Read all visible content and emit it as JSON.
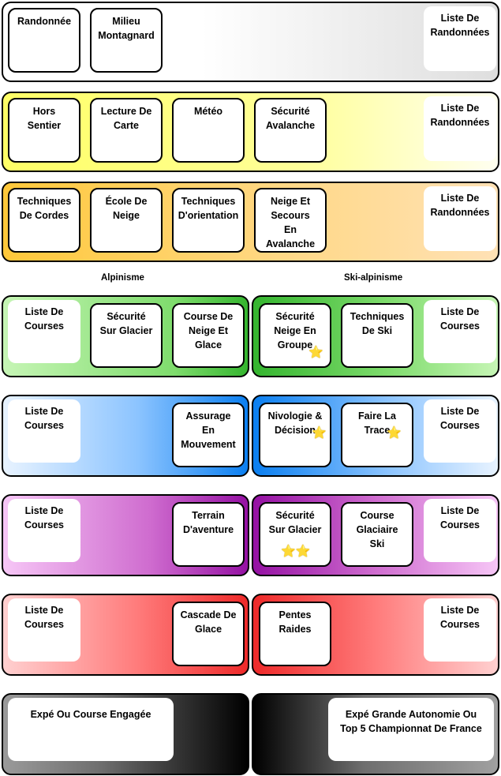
{
  "rows": {
    "r1": {
      "cards": [
        "Randonnée",
        "Milieu\nMontagnard"
      ],
      "list": "Liste De\nRandonnées"
    },
    "r2": {
      "cards": [
        "Hors\nSentier",
        "Lecture De\nCarte",
        "Météo",
        "Sécurité\nAvalanche"
      ],
      "list": "Liste De\nRandonnées"
    },
    "r3": {
      "cards": [
        "Techniques\nDe Cordes",
        "École De\nNeige",
        "Techniques\nD'orientation",
        "Neige Et\nSecours\nEn\nAvalanche"
      ],
      "list": "Liste De\nRandonnées"
    }
  },
  "captions": {
    "alpinisme": "Alpinisme",
    "ski": "Ski-alpinisme"
  },
  "alpinisme": {
    "green": {
      "list": "Liste De\nCourses",
      "cards": [
        "Sécurité\nSur Glacier",
        "Course De\nNeige Et\nGlace"
      ]
    },
    "blue": {
      "list": "Liste De\nCourses",
      "cards": [
        "Assurage\nEn\nMouvement"
      ]
    },
    "purple": {
      "list": "Liste De\nCourses",
      "cards": [
        "Terrain\nD'aventure"
      ]
    },
    "red": {
      "list": "Liste De\nCourses",
      "cards": [
        "Cascade De\nGlace"
      ]
    },
    "black": {
      "label": "Expé Ou Course Engagée"
    }
  },
  "ski": {
    "green": {
      "list": "Liste De\nCourses",
      "cards": [
        "Sécurité\nNeige En\nGroupe",
        "Techniques\nDe Ski"
      ]
    },
    "blue": {
      "list": "Liste De\nCourses",
      "cards": [
        "Nivologie &\nDécision",
        "Faire La\nTrace"
      ]
    },
    "purple": {
      "list": "Liste De\nCourses",
      "cards": [
        "Sécurité\nSur Glacier",
        "Course\nGlaciaire\nSki"
      ]
    },
    "red": {
      "list": "Liste De\nCourses",
      "cards": [
        "Pentes\nRaides"
      ]
    },
    "black": {
      "label": "Expé Grande Autonomie Ou\nTop 5 Championnat De France"
    }
  },
  "stars": {
    "star": "⭐",
    "double": "⭐⭐"
  },
  "colors": {
    "green": "#35b52f",
    "blue": "#0b7ff0",
    "purple": "#9511a3",
    "red": "#ee2a2a",
    "yellow": "#ffff66",
    "orange": "#ffc83a",
    "black": "#000000"
  }
}
